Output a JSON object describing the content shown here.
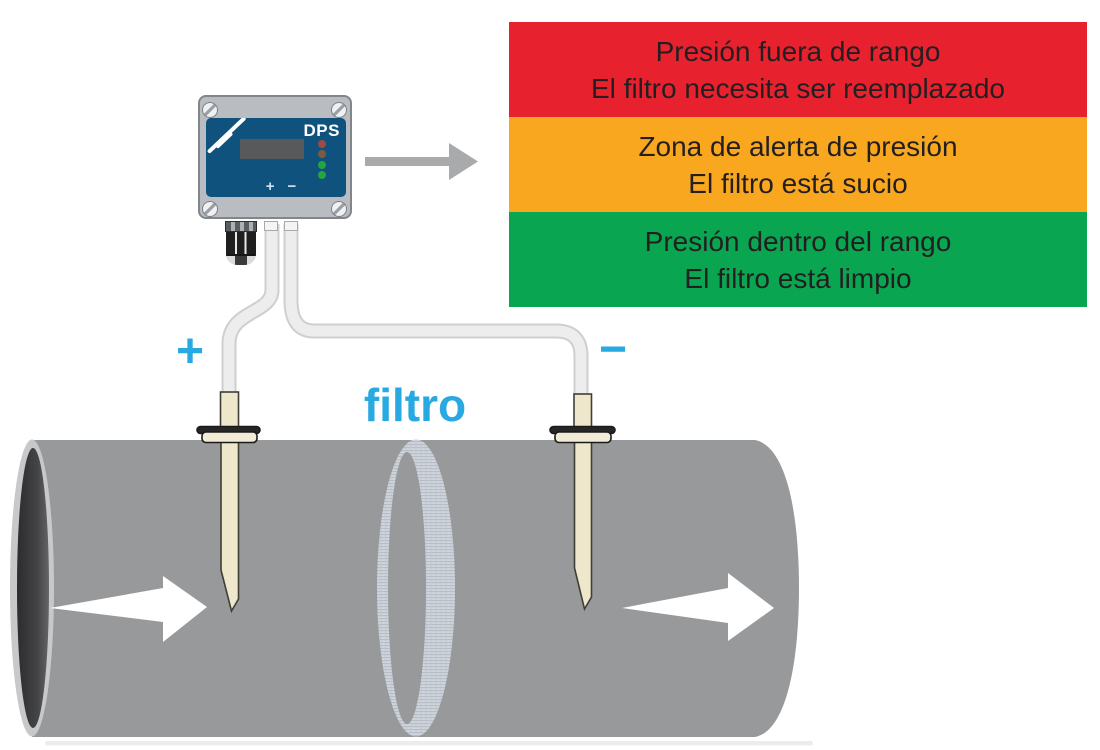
{
  "legend": {
    "bands": [
      {
        "id": "pressure-out-of-range",
        "color": "#e8212f",
        "line1": "Presión fuera de rango",
        "line2": "El filtro necesita ser reemplazado"
      },
      {
        "id": "pressure-alert-zone",
        "color": "#f9a71f",
        "line1": "Zona de alerta de presión",
        "line2": "El filtro está sucio"
      },
      {
        "id": "pressure-in-range",
        "color": "#0aa551",
        "line1": "Presión dentro del rango",
        "line2": "El filtro está limpio"
      }
    ]
  },
  "device": {
    "model_label": "DPS",
    "port_plus": "+",
    "port_minus": "−",
    "leds": [
      {
        "name": "led-red-dim",
        "color": "#9c4a42"
      },
      {
        "name": "led-amber-dim",
        "color": "#7d5a40"
      },
      {
        "name": "led-green-on",
        "color": "#24a53e"
      },
      {
        "name": "led-green-on2",
        "color": "#24a53e"
      }
    ]
  },
  "labels": {
    "plus": "+",
    "minus": "−",
    "filter": "filtro"
  },
  "colors": {
    "accent_blue": "#29a9e1",
    "pipe_gray": "#97999b",
    "filter_light": "#c9cfd6",
    "arrow_gray": "#a8aaac",
    "panel_blue": "#10527e",
    "probe_beige": "#efe7cb",
    "device_case": "#b9bdc1"
  }
}
